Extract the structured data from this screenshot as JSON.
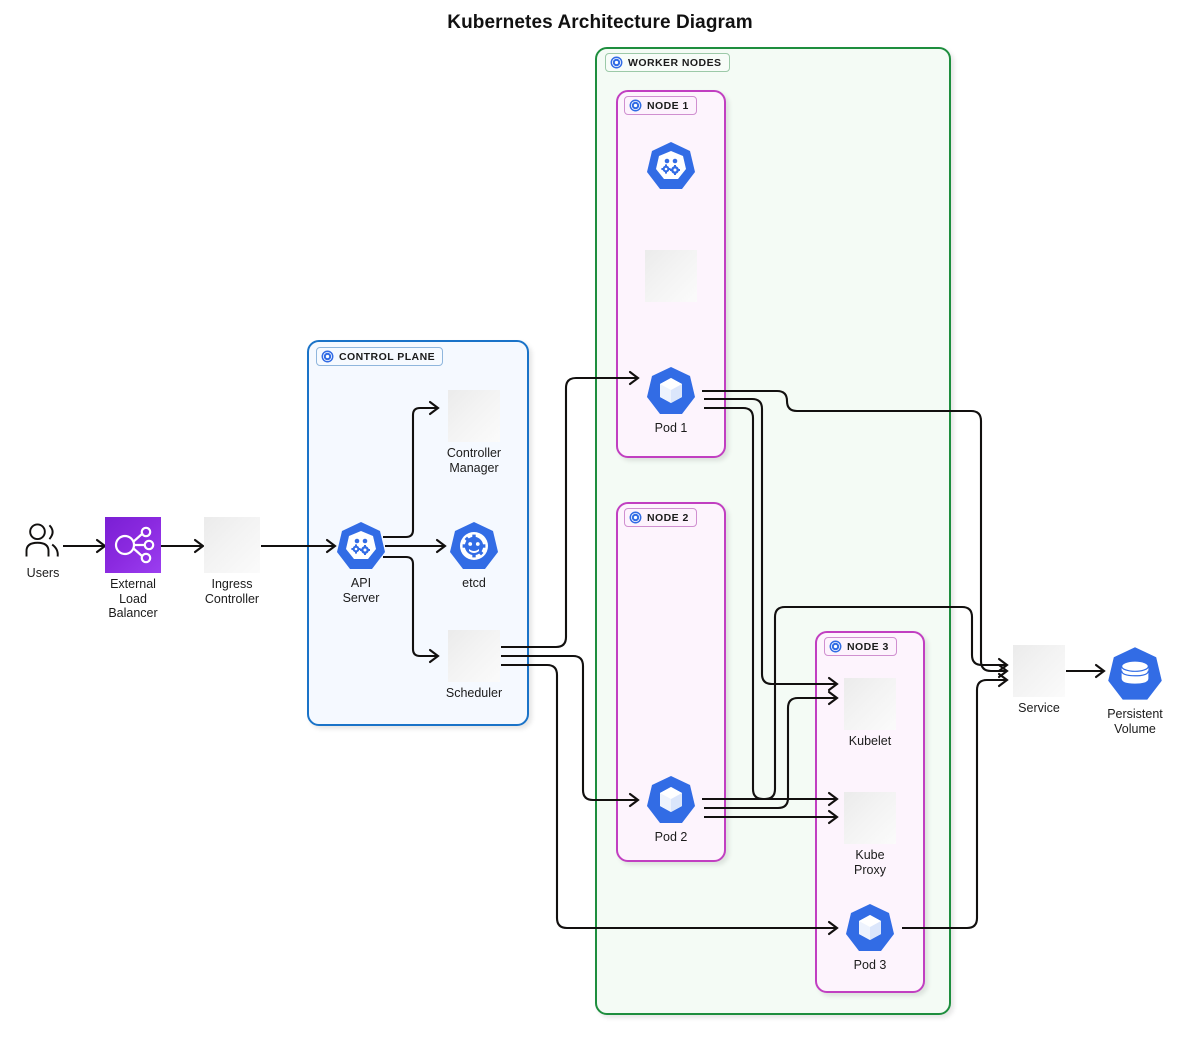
{
  "title": "Kubernetes Architecture Diagram",
  "colors": {
    "worker_border": "#1e8e3e",
    "worker_fill": "#f4fbf5",
    "control_border": "#1a73c8",
    "control_fill": "#f5f9ff",
    "node_border": "#c13fc1",
    "node_fill": "#fdf4fd",
    "k8s_blue": "#326ce5",
    "lb_purple": "#7a1fd4",
    "edge": "#12100f",
    "text": "#1b1b1b"
  },
  "groups": [
    {
      "id": "worker_nodes",
      "label": "WORKER NODES",
      "icon": "kubernetes-icon",
      "style": "worker"
    },
    {
      "id": "control_plane",
      "label": "CONTROL PLANE",
      "icon": "kubernetes-icon",
      "style": "control"
    },
    {
      "id": "node_1",
      "label": "NODE 1",
      "icon": "kubernetes-icon",
      "style": "node"
    },
    {
      "id": "node_2",
      "label": "NODE 2",
      "icon": "kubernetes-icon",
      "style": "node"
    },
    {
      "id": "node_3",
      "label": "NODE 3",
      "icon": "kubernetes-icon",
      "style": "node"
    }
  ],
  "nodes": [
    {
      "id": "users",
      "label": "Users",
      "icon": "users-icon"
    },
    {
      "id": "load_balancer",
      "label": "External\nLoad\nBalancer",
      "icon": "load-balancer-icon"
    },
    {
      "id": "ingress",
      "label": "Ingress\nController",
      "icon": "blank-icon"
    },
    {
      "id": "api_server",
      "label": "API Server",
      "icon": "k8s-gears-icon"
    },
    {
      "id": "etcd",
      "label": "etcd",
      "icon": "k8s-etcd-icon"
    },
    {
      "id": "controller_mgr",
      "label": "Controller\nManager",
      "icon": "blank-icon"
    },
    {
      "id": "scheduler",
      "label": "Scheduler",
      "icon": "blank-icon"
    },
    {
      "id": "node1_component",
      "label": "",
      "icon": "k8s-gears-icon"
    },
    {
      "id": "node1_blank",
      "label": "",
      "icon": "blank-icon"
    },
    {
      "id": "pod_1",
      "label": "Pod 1",
      "icon": "k8s-pod-icon"
    },
    {
      "id": "pod_2",
      "label": "Pod 2",
      "icon": "k8s-pod-icon"
    },
    {
      "id": "kubelet",
      "label": "Kubelet",
      "icon": "blank-icon"
    },
    {
      "id": "kube_proxy",
      "label": "Kube Proxy",
      "icon": "blank-icon"
    },
    {
      "id": "pod_3",
      "label": "Pod 3",
      "icon": "k8s-pod-icon"
    },
    {
      "id": "service",
      "label": "Service",
      "icon": "blank-icon"
    },
    {
      "id": "persistent_volume",
      "label": "Persistent\nVolume",
      "icon": "k8s-volume-icon"
    }
  ],
  "edges": [
    {
      "from": "users",
      "to": "load_balancer"
    },
    {
      "from": "load_balancer",
      "to": "ingress"
    },
    {
      "from": "ingress",
      "to": "api_server"
    },
    {
      "from": "api_server",
      "to": "controller_mgr"
    },
    {
      "from": "api_server",
      "to": "etcd"
    },
    {
      "from": "api_server",
      "to": "scheduler"
    },
    {
      "from": "scheduler",
      "to": "pod_1"
    },
    {
      "from": "scheduler",
      "to": "pod_2"
    },
    {
      "from": "scheduler",
      "to": "pod_3"
    },
    {
      "from": "pod_1",
      "to": "service"
    },
    {
      "from": "pod_1",
      "to": "kubelet"
    },
    {
      "from": "pod_1",
      "to": "kube_proxy"
    },
    {
      "from": "pod_2",
      "to": "service"
    },
    {
      "from": "pod_2",
      "to": "kubelet"
    },
    {
      "from": "pod_2",
      "to": "kube_proxy"
    },
    {
      "from": "pod_3",
      "to": "service"
    },
    {
      "from": "service",
      "to": "persistent_volume"
    }
  ]
}
